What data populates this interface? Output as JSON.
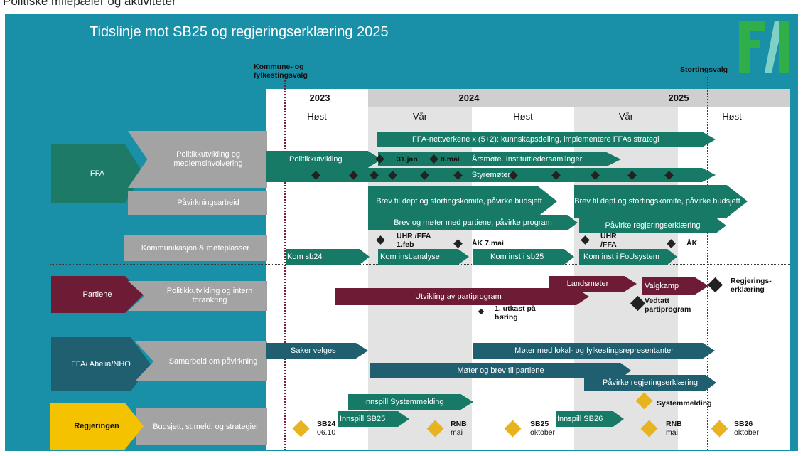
{
  "cut_text": "Politiske milepæler og aktiviteter",
  "title": "Tidslinje mot SB25 og regjeringserklæring 2025",
  "logo": {
    "text": "FFA",
    "colors": {
      "green": "#2fae4a",
      "teal": "#1a8fa8"
    }
  },
  "milestones": {
    "kommune": "Kommune- og fylkestingsvalg",
    "storting": "Stortingsvalg"
  },
  "years": [
    "2023",
    "2024",
    "2025"
  ],
  "seasons": [
    "Høst",
    "Vår",
    "Høst",
    "Vår",
    "Høst"
  ],
  "rows": {
    "ffa_label": "FFA",
    "ffa_sub1": "Politikkutvikling og medlemsinvolvering",
    "ffa_sub2": "Påvirkningsarbeid",
    "ffa_sub3": "Kommunikasjon & møteplasser",
    "partiene_label": "Partiene",
    "partiene_sub": "Politikkutvikling og intern forankring",
    "samarbeid_label": "FFA/ Abelia/NHO",
    "samarbeid_sub": "Samarbeid om påvirkning",
    "regjeringen_label": "Regjeringen",
    "regjeringen_sub": "Budsjett, st.meld. og strategier"
  },
  "arrows": {
    "nettverk": "FFA-nettverkene x (5+2): kunnskapsdeling, implementere FFAs strategi",
    "politikkutvikling": "Politikkutvikling",
    "aarsmote": "Årsmøte. Instituttledersamlinger",
    "styremoter": "Styremøter",
    "brev1": "Brev til dept og stortingskomite, påvirke budsjett",
    "brev2": "Brev til dept og stortingskomite, påvirke budsjett",
    "brev_partiene": "Brev og møter med partiene, påvirke program",
    "pavirke_rj1": "Påvirke regjeringserklæring",
    "kom_sb24": "Kom sb24",
    "kom_inst": "Kom inst.analyse",
    "kom_sb25": "Kom inst i sb25",
    "kom_fou": "Kom inst i FoUsystem",
    "landsmoter": "Landsmøter",
    "valgkamp": "Valgkamp",
    "partiprogram": "Utvikling av partiprogram",
    "saker": "Saker velges",
    "moter_lokal": "Møter med lokal- og fylkestingsrepresentanter",
    "moter_partiene": "Møter og brev til partiene",
    "pavirke_rj2": "Påvirke regjeringserklæring",
    "systemmelding": "Innspill Systemmelding",
    "innspill_sb25": "Innspill SB25",
    "innspill_sb26": "Innspill SB26"
  },
  "notes": {
    "jan31": "31.jan",
    "mai8": "8.mai",
    "uhr1": "UHR /FFA 1.feb",
    "ak7": "ÅK 7.mai",
    "uhr2": "UHR /FFA",
    "ak": "ÅK",
    "utkast": "1. utkast på høring",
    "vedtatt": "Vedtatt partiprogram",
    "regj": "Regjerings- erklæring",
    "systemmelding": "Systemmelding",
    "sb24": "SB24",
    "sb24_date": "06.10",
    "rnb1": "RNB",
    "rnb1_date": "mai",
    "sb25": "SB25",
    "sb25_date": "oktober",
    "rnb2": "RNB",
    "rnb2_date": "mai",
    "sb26": "SB26",
    "sb26_date": "oktober"
  },
  "colors": {
    "frame": "#1a8fa8",
    "ffa_green": "#1d7a66",
    "arrow_green": "#177a66",
    "party": "#6e1c35",
    "samarbeid": "#1f5f70",
    "regjering": "#f5c200",
    "gray": "#a3a3a3"
  }
}
